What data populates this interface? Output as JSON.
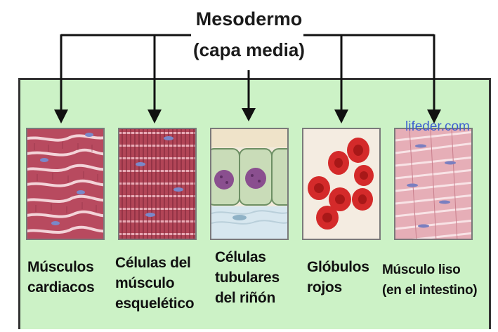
{
  "title": {
    "line1": "Mesodermo",
    "line2": "(capa media)"
  },
  "watermark": "lifeder.com",
  "colors": {
    "panel_bg": "#ccf2c6",
    "arrow": "#111111",
    "watermark": "#3d5fd0"
  },
  "items": [
    {
      "caption": "Músculos\ncardiacos",
      "image": "cardiac-muscle-illustration"
    },
    {
      "caption": "Células del\nmúsculo\nesquelético",
      "image": "skeletal-muscle-illustration"
    },
    {
      "caption": "Células\ntubulares\ndel riñón",
      "image": "kidney-tubular-cells-illustration"
    },
    {
      "caption": "Glóbulos\nrojos",
      "image": "red-blood-cells-illustration"
    },
    {
      "caption": "Músculo liso\n(en el intestino)",
      "image": "smooth-muscle-illustration"
    }
  ]
}
